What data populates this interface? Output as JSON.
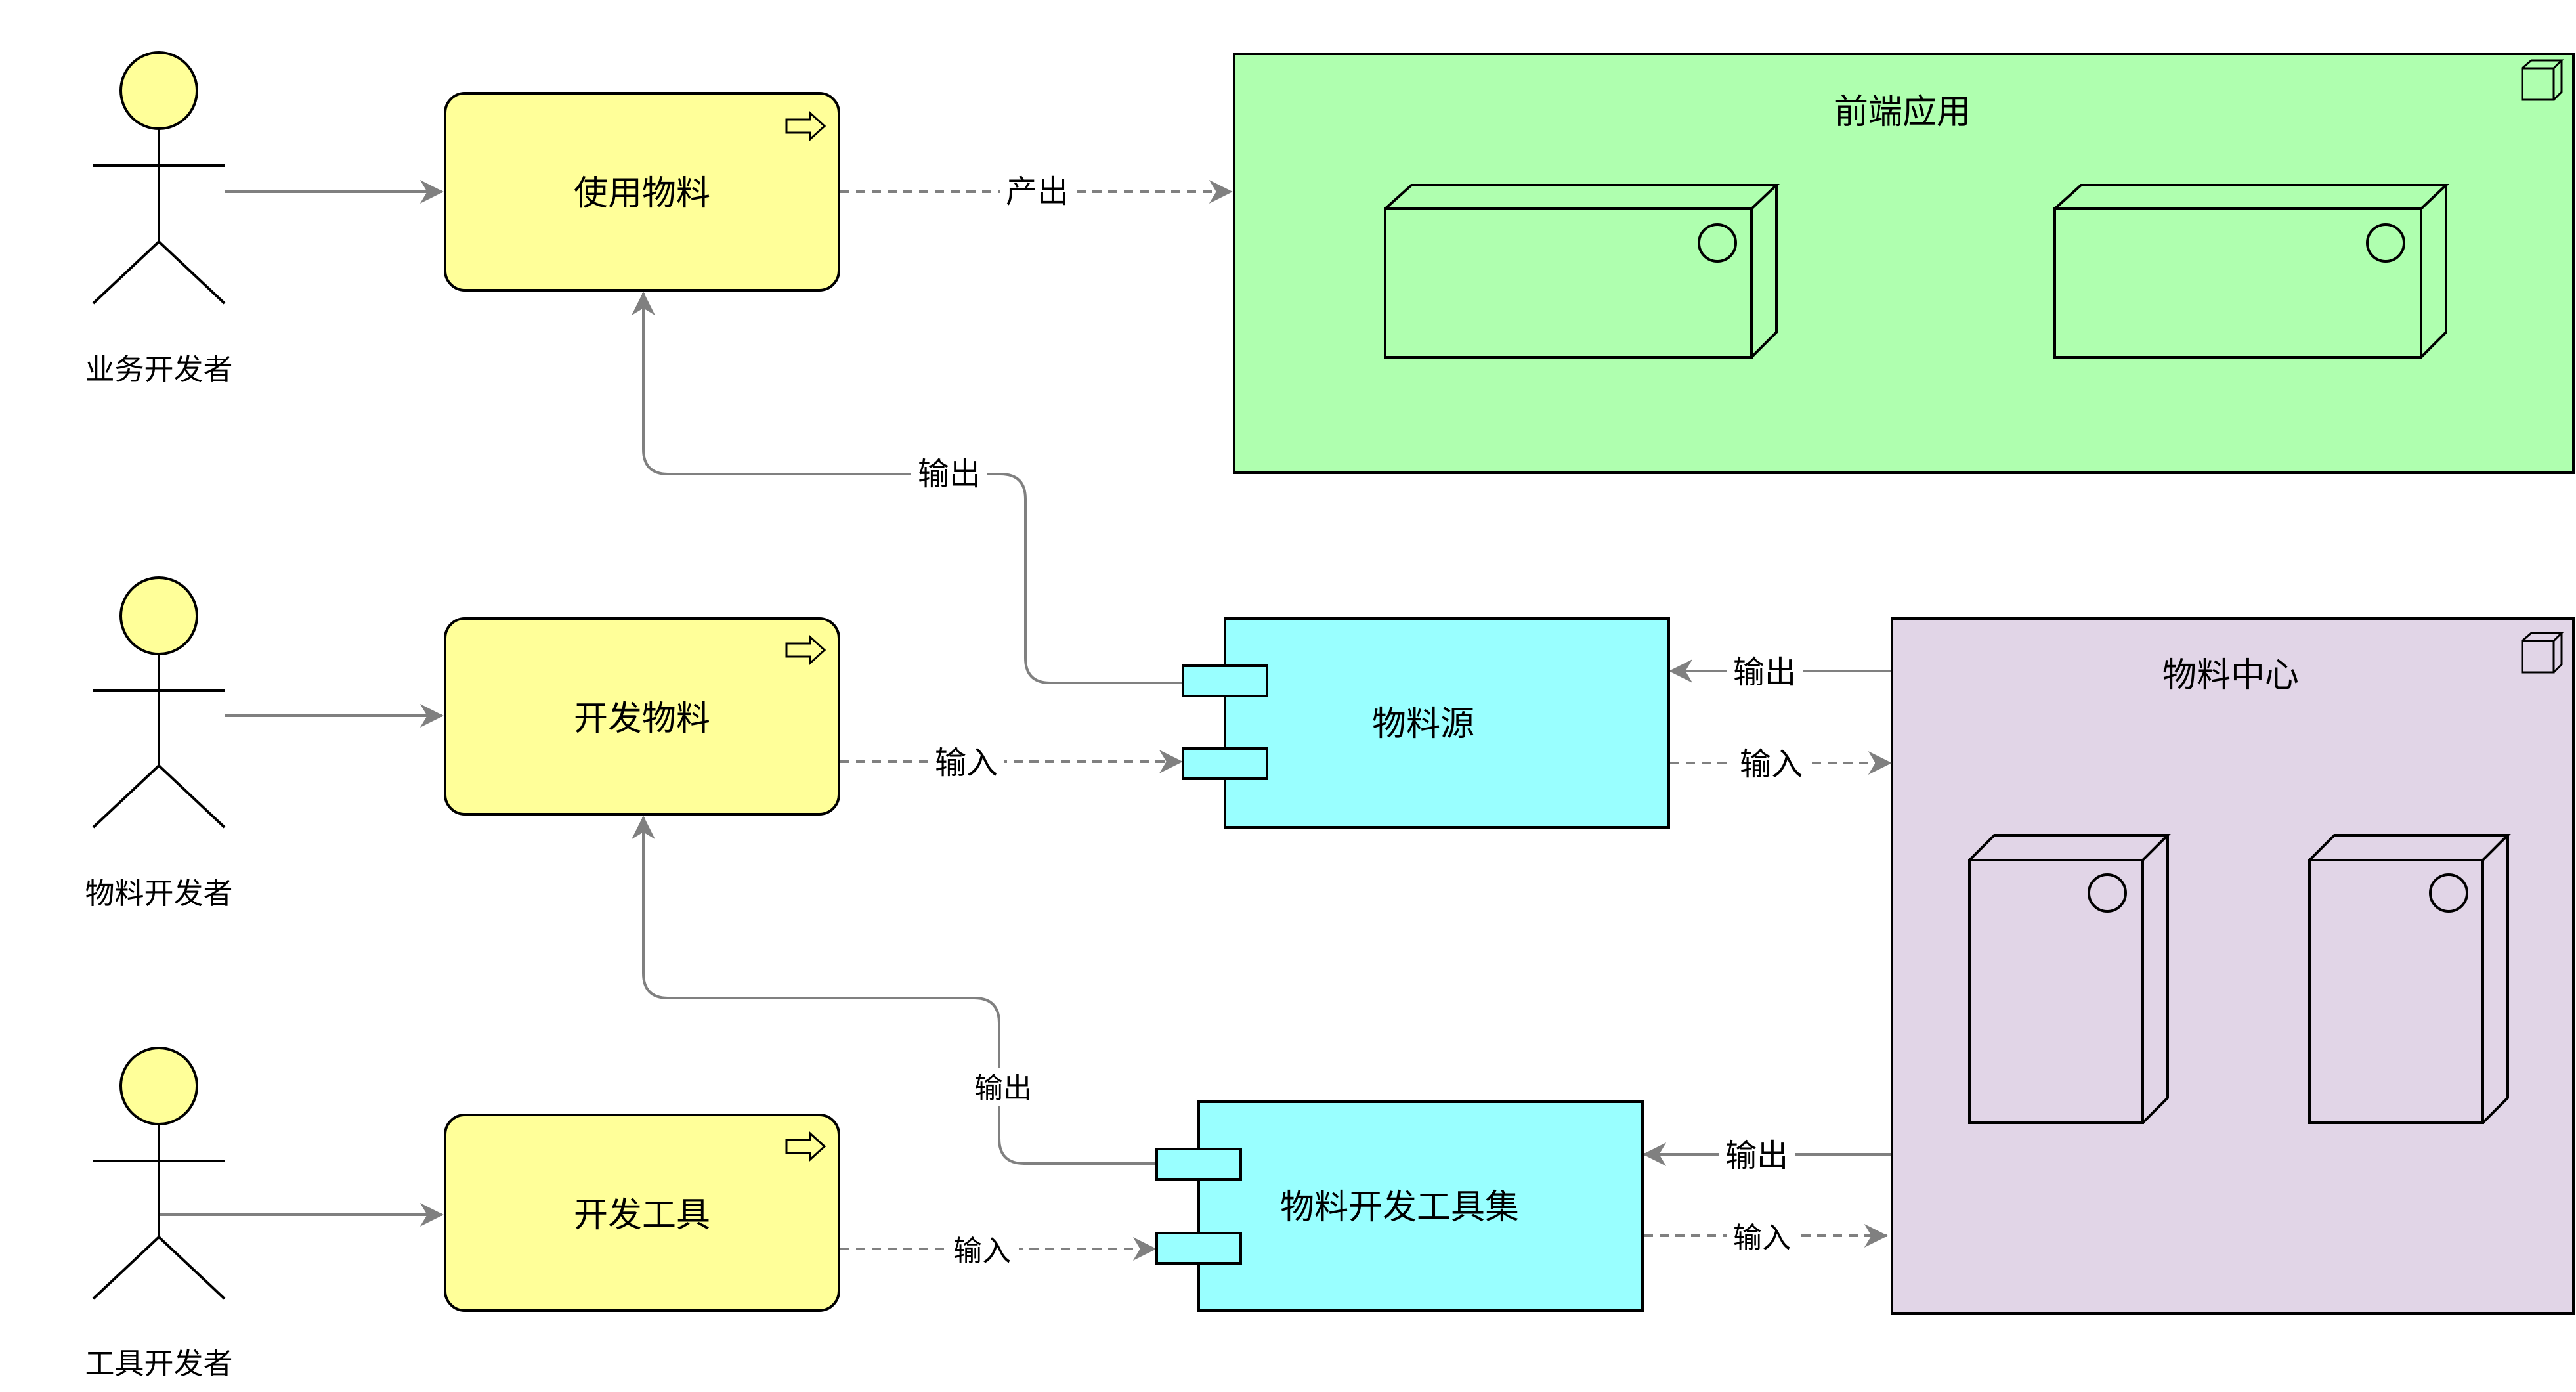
{
  "diagram": {
    "colors": {
      "actor_head": "#FFFF99",
      "process_fill": "#FFFF99",
      "component_fill": "#99FFFF",
      "frontend_group_fill": "#AFFFAF",
      "center_group_fill": "#E1D5E7",
      "edge": "#808080",
      "stroke": "#000000"
    },
    "actors": [
      {
        "id": "business-developer",
        "label": "业务开发者"
      },
      {
        "id": "material-developer",
        "label": "物料开发者"
      },
      {
        "id": "tool-developer",
        "label": "工具开发者"
      }
    ],
    "processes": [
      {
        "id": "use-material",
        "label": "使用物料",
        "icon": "process-arrow-icon"
      },
      {
        "id": "develop-material",
        "label": "开发物料",
        "icon": "process-arrow-icon"
      },
      {
        "id": "develop-tool",
        "label": "开发工具",
        "icon": "process-arrow-icon"
      }
    ],
    "components": [
      {
        "id": "material-source",
        "label": "物料源"
      },
      {
        "id": "material-toolkit",
        "label": "物料开发工具集"
      }
    ],
    "groups": [
      {
        "id": "frontend-app",
        "label": "前端应用",
        "icon": "node-cube-icon"
      },
      {
        "id": "material-center",
        "label": "物料中心",
        "icon": "node-cube-icon"
      }
    ],
    "edges": {
      "use_to_frontend": "产出",
      "source_to_use": "输出",
      "develop_to_source": "输入",
      "center_to_source": "输出",
      "source_to_center": "输入",
      "toolkit_to_develop": "输出",
      "tool_to_toolkit": "输入",
      "center_to_toolkit": "输出",
      "toolkit_to_center": "输入"
    }
  }
}
